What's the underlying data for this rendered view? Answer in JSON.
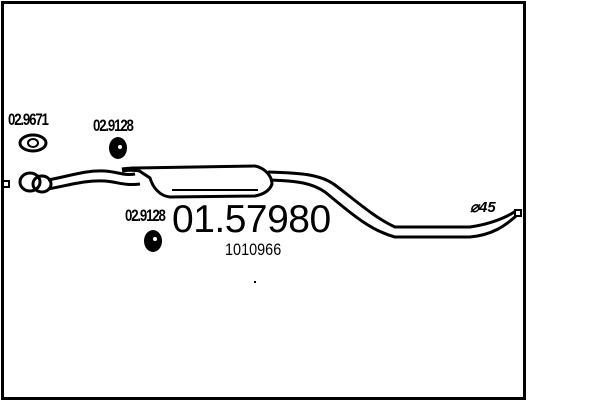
{
  "diagram": {
    "type": "exhaust-part-drawing",
    "part_number": "01.57980",
    "oem_reference": "1010966",
    "pipe_diameter_label": "⌀45",
    "accessories": [
      {
        "ref": "02.9671",
        "kind": "gasket"
      },
      {
        "ref": "02.9128",
        "kind": "rubber-mount"
      },
      {
        "ref": "02.9128",
        "kind": "rubber-mount"
      }
    ]
  }
}
